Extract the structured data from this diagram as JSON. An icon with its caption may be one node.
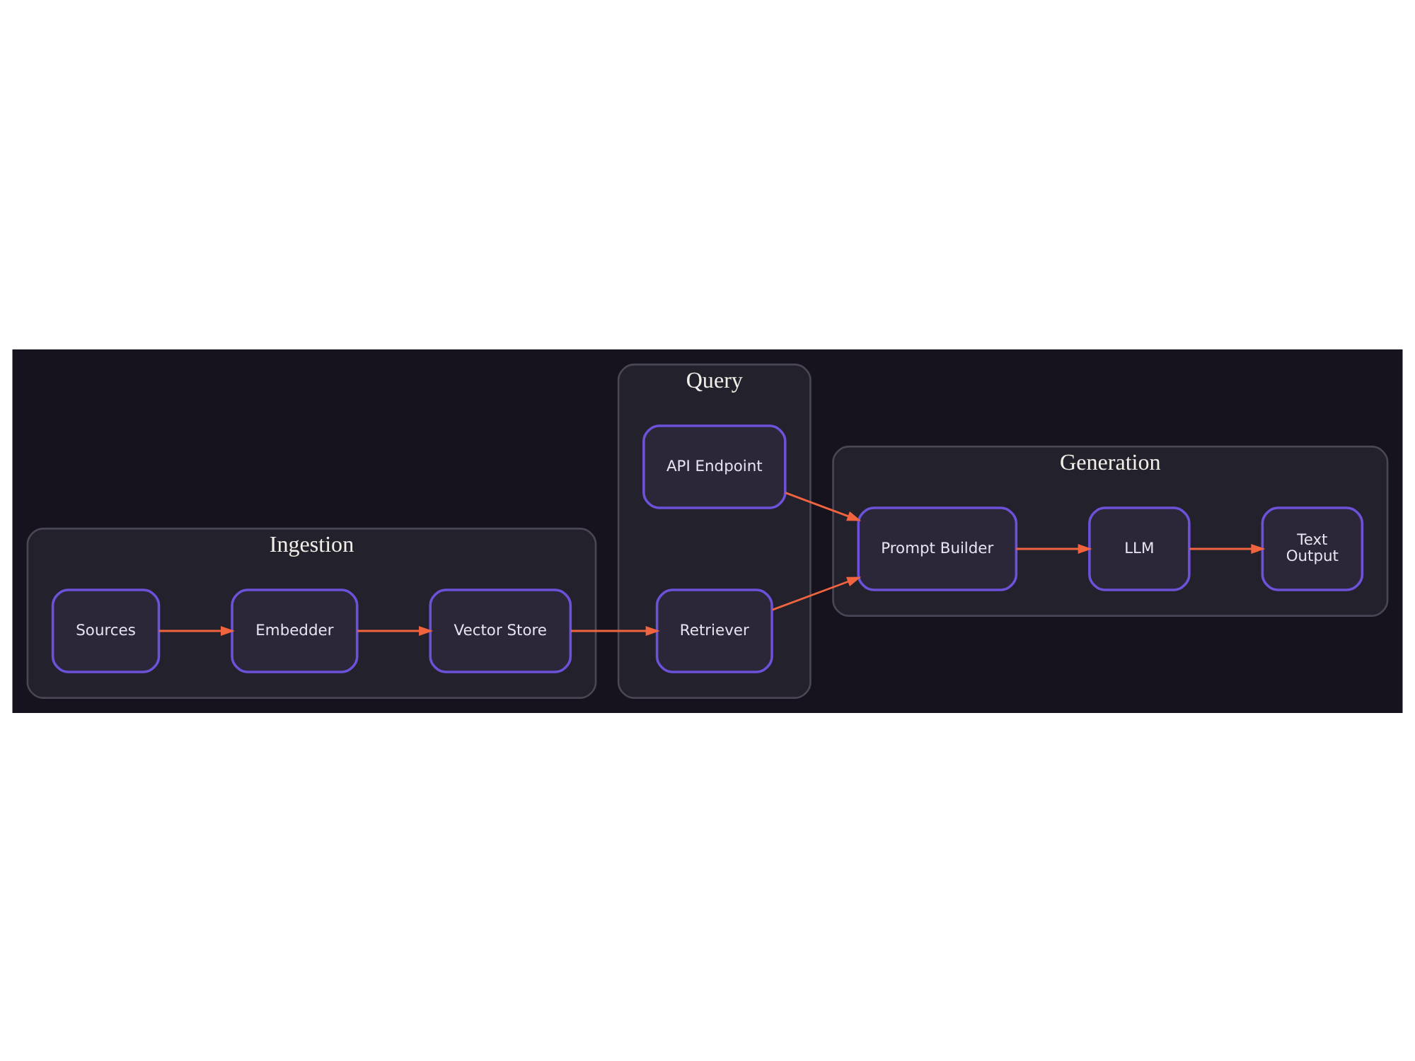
{
  "diagram": {
    "nodes": [
      {
        "text": [
          "Ingestion"
        ]
      },
      {
        "text": [
          "Sources"
        ],
        "in": 0
      },
      {
        "text": [
          "Embedder"
        ],
        "in": 0
      },
      {
        "text": [
          "Vector Store"
        ],
        "in": 0
      },
      {
        "text": [
          "Query"
        ]
      },
      {
        "text": [
          "API Endpoint"
        ],
        "in": 4
      },
      {
        "text": [
          "Retriever"
        ],
        "in": 4
      },
      {
        "text": [
          "Generation"
        ]
      },
      {
        "text": [
          "Prompt Builder"
        ],
        "in": 7
      },
      {
        "text": [
          "LLM"
        ],
        "in": 7
      },
      {
        "text": [
          "Text",
          "Output"
        ],
        "in": 7
      }
    ],
    "edges": [
      {
        "from": 1,
        "to": 2,
        "arrow": "to"
      },
      {
        "from": 2,
        "to": 3,
        "arrow": "to"
      },
      {
        "from": 3,
        "to": 6,
        "arrow": "to"
      },
      {
        "from": 5,
        "to": 8,
        "arrow": "to"
      },
      {
        "from": 6,
        "to": 8,
        "arrow": "to"
      },
      {
        "from": 8,
        "to": 9,
        "arrow": "to"
      },
      {
        "from": 9,
        "to": 10,
        "arrow": "to"
      }
    ]
  }
}
